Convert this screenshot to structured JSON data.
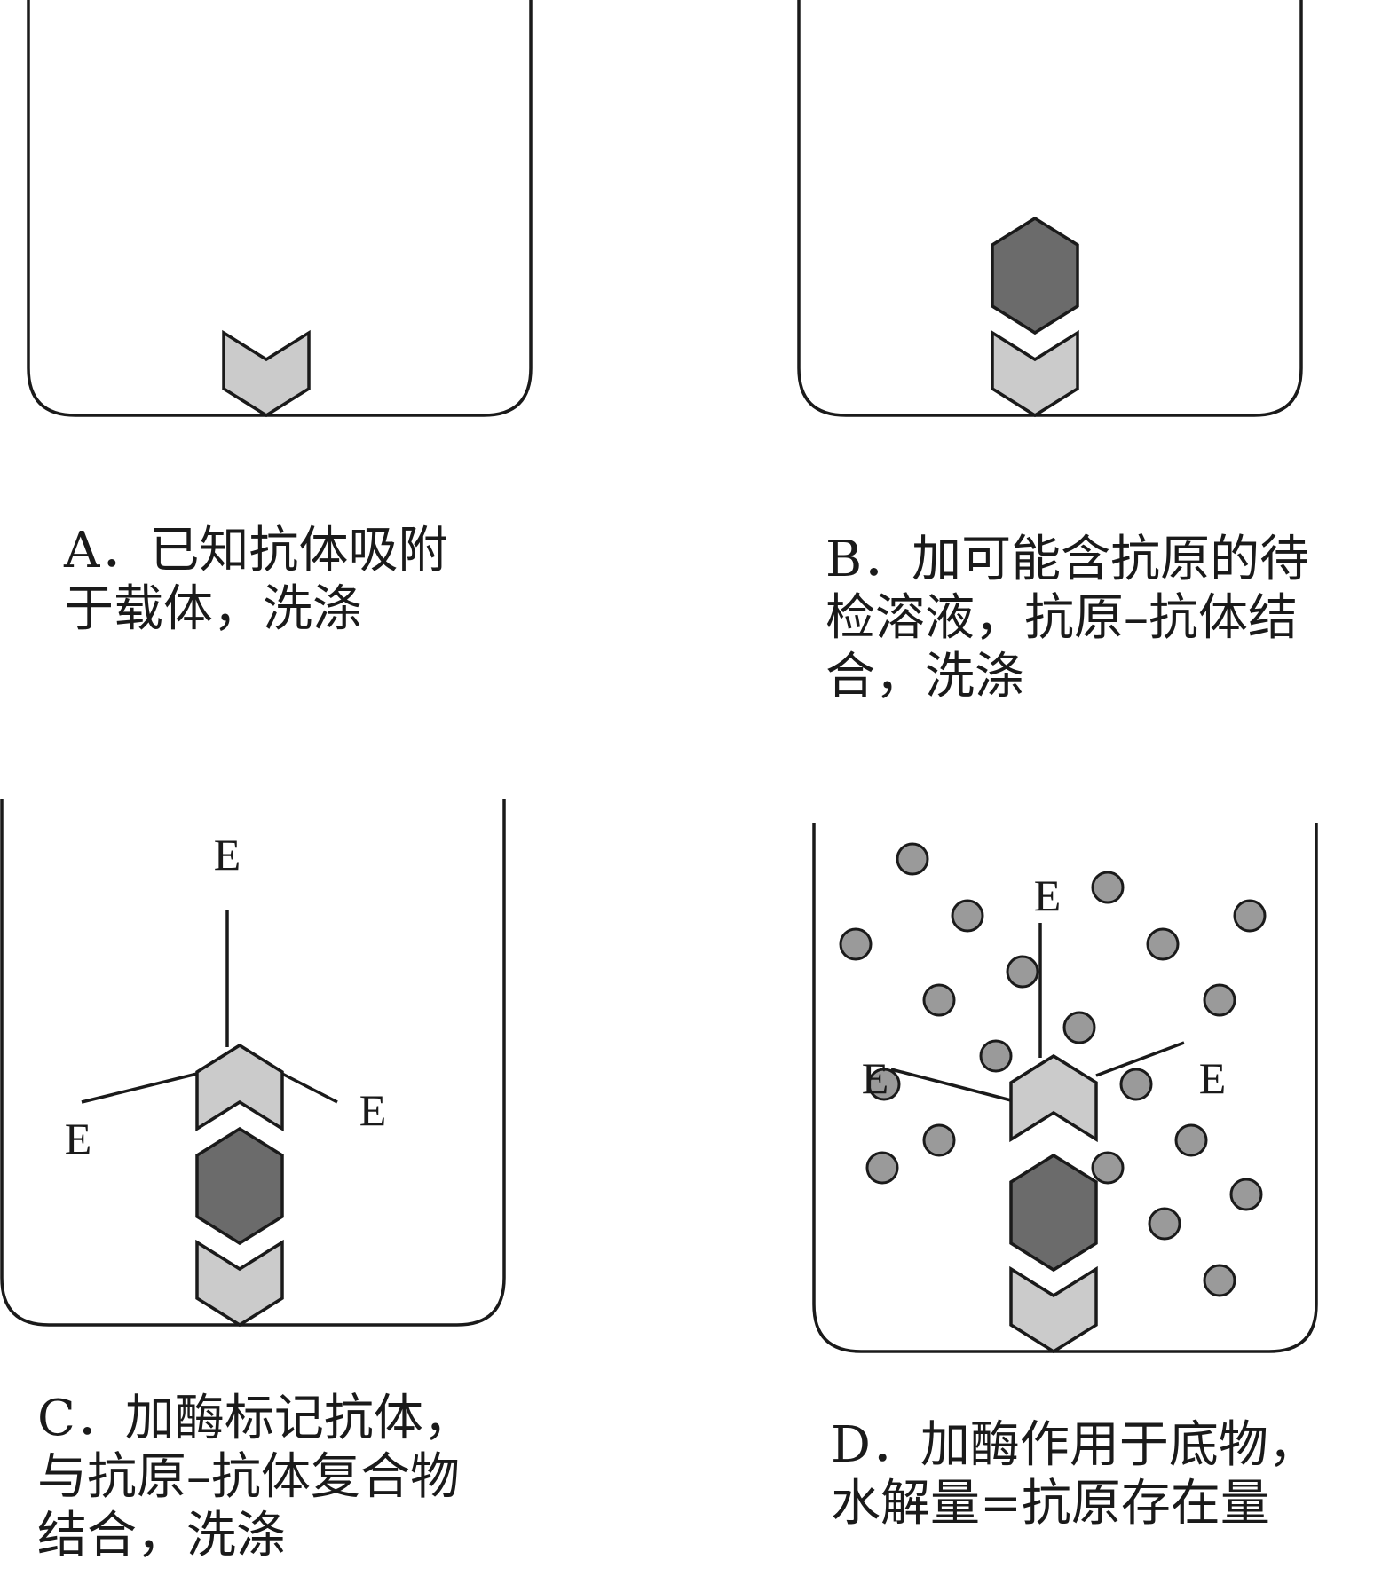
{
  "colors": {
    "stroke": "#1a1a1a",
    "antibody_fill": "#cbcbcb",
    "antigen_fill": "#6b6b6b",
    "substrate_fill": "#9a9a9a"
  },
  "panels": [
    {
      "id": "A",
      "caption_lines": [
        "A．已知抗体吸附",
        "于载体，洗涤"
      ]
    },
    {
      "id": "B",
      "caption_lines": [
        "B．加可能含抗原的待",
        "检溶液，抗原–抗体结",
        "合，洗涤"
      ]
    },
    {
      "id": "C",
      "enzyme_label": "E",
      "caption_lines": [
        "C．加酶标记抗体，",
        "与抗原–抗体复合物",
        "结合，洗涤"
      ]
    },
    {
      "id": "D",
      "enzyme_label": "E",
      "caption_lines": [
        "D．加酶作用于底物，",
        "水解量=抗原存在量"
      ]
    }
  ]
}
